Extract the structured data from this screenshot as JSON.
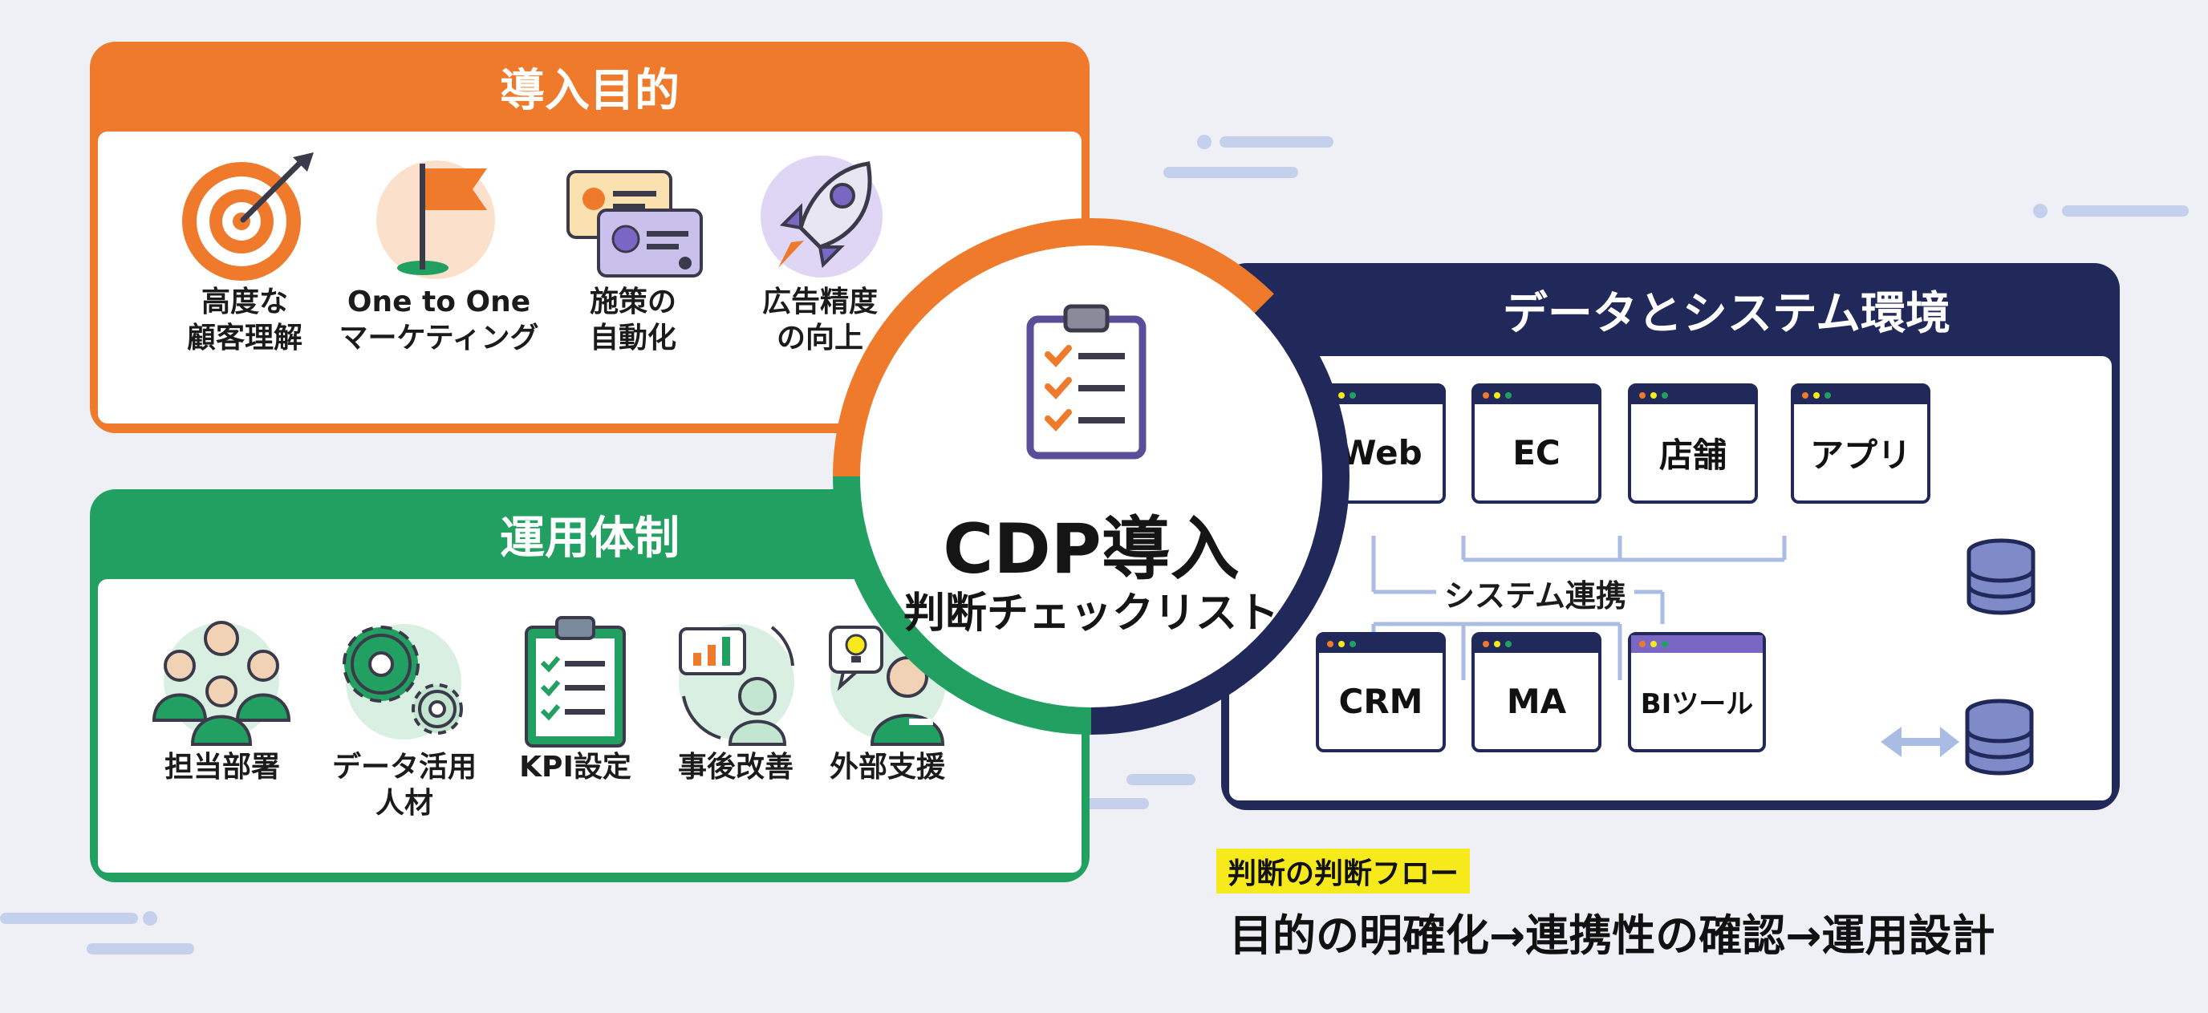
{
  "colors": {
    "orange": "#ef7a2c",
    "green": "#22a062",
    "navy": "#21295a",
    "purple": "#7a67c4",
    "highlight": "#f7ea1c"
  },
  "center": {
    "title": "CDP導入",
    "subtitle": "判断チェックリスト",
    "icon": "clipboard-checklist-icon"
  },
  "purpose": {
    "title": "導入目的",
    "items": [
      {
        "label": "高度な\n顧客理解",
        "icon": "target-icon"
      },
      {
        "label": "One to One\nマーケティング",
        "icon": "flag-icon"
      },
      {
        "label": "施策の\n自動化",
        "icon": "profile-cards-icon"
      },
      {
        "label": "広告精度\nの向上",
        "icon": "rocket-icon"
      }
    ]
  },
  "operations": {
    "title": "運用体制",
    "items": [
      {
        "label": "担当部署",
        "icon": "team-icon"
      },
      {
        "label": "データ活用\n人材",
        "icon": "gears-icon"
      },
      {
        "label": "KPI設定",
        "icon": "clipboard-icon"
      },
      {
        "label": "事後改善",
        "icon": "improvement-cycle-icon"
      },
      {
        "label": "外部支援",
        "icon": "consultant-icon"
      }
    ]
  },
  "environment": {
    "title": "データとシステム環境",
    "sources": [
      "Web",
      "EC",
      "店舗",
      "アプリ"
    ],
    "link_label": "システム連携",
    "tools": [
      "CRM",
      "MA",
      "BIツール"
    ]
  },
  "flow": {
    "tag": "判断の判断フロー",
    "text": "目的の明確化→連携性の確認→運用設計"
  }
}
